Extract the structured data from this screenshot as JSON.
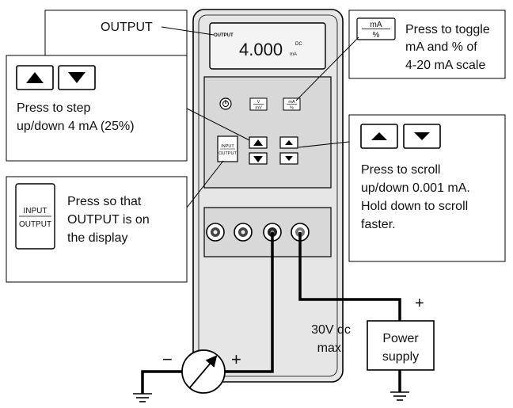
{
  "callouts": {
    "output_label": "OUTPUT",
    "toggle_line1": "Press to toggle",
    "toggle_line2": "mA and % of",
    "toggle_line3": "4-20 mA scale",
    "step_line1": "Press to step",
    "step_line2": "up/down 4 mA (25%)",
    "scroll_line1": "Press to scroll",
    "scroll_line2": "up/down 0.001 mA.",
    "scroll_line3": "Hold down to scroll",
    "scroll_line4": "faster.",
    "inout_line1": "Press so that",
    "inout_line2": "OUTPUT is on",
    "inout_line3": "the display"
  },
  "key_glyphs": {
    "ma_top": "mA",
    "ma_bottom": "%",
    "v_top": "V",
    "v_bottom": "mV",
    "input": "INPUT",
    "output": "OUTPUT"
  },
  "display": {
    "mode": "OUTPUT",
    "reading": "4.000",
    "unit": "mA",
    "dc": "DC"
  },
  "circuit": {
    "voltage_line1": "30V dc",
    "voltage_line2": "max.",
    "supply_line1": "Power",
    "supply_line2": "supply",
    "plus": "+",
    "minus": "−"
  }
}
